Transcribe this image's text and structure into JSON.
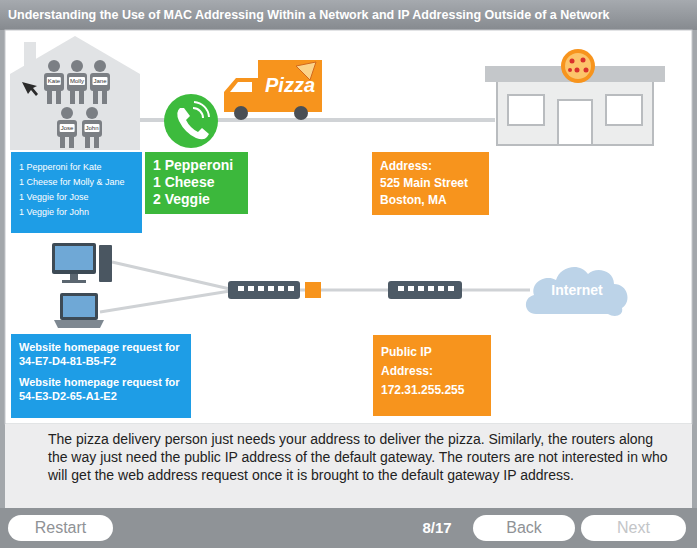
{
  "diagram": {
    "title": "Understanding the Use of MAC Addressing Within a Network and IP Addressing Outside of a Network",
    "caption": "The pizza delivery person just needs your address to deliver the pizza. Similarly, the routers along the way just need the public IP address of the default gateway. The routers are not interested in who will get the web address request once it is brought to the default gateway IP address.",
    "nodes": [
      {
        "text": [
          "1 Pepperoni for Kate",
          "1 Cheese for Molly & Jane",
          "1 Veggie for Jose",
          "1 Veggie for John"
        ]
      },
      {
        "text": [
          "1 Pepperoni",
          "1 Cheese",
          "2 Veggie"
        ]
      },
      {
        "text": [
          "Address:",
          "525 Main Street",
          "Boston, MA"
        ]
      },
      {
        "text": [
          "Internet"
        ]
      },
      {
        "text": [
          "Website homepage request for 34-E7-D4-81-B5-F2",
          "Website homepage request for 54-E3-D2-65-A1-E2"
        ]
      },
      {
        "text": [
          "Public IP Address:",
          "172.31.255.255"
        ]
      },
      {
        "text": [
          "Restart"
        ]
      },
      {
        "text": [
          "Back"
        ]
      },
      {
        "text": [
          "Next"
        ]
      }
    ],
    "labels": [
      "Kate",
      "Molly",
      "Jane",
      "Jose",
      "John",
      "Pizza",
      "8/17"
    ]
  }
}
